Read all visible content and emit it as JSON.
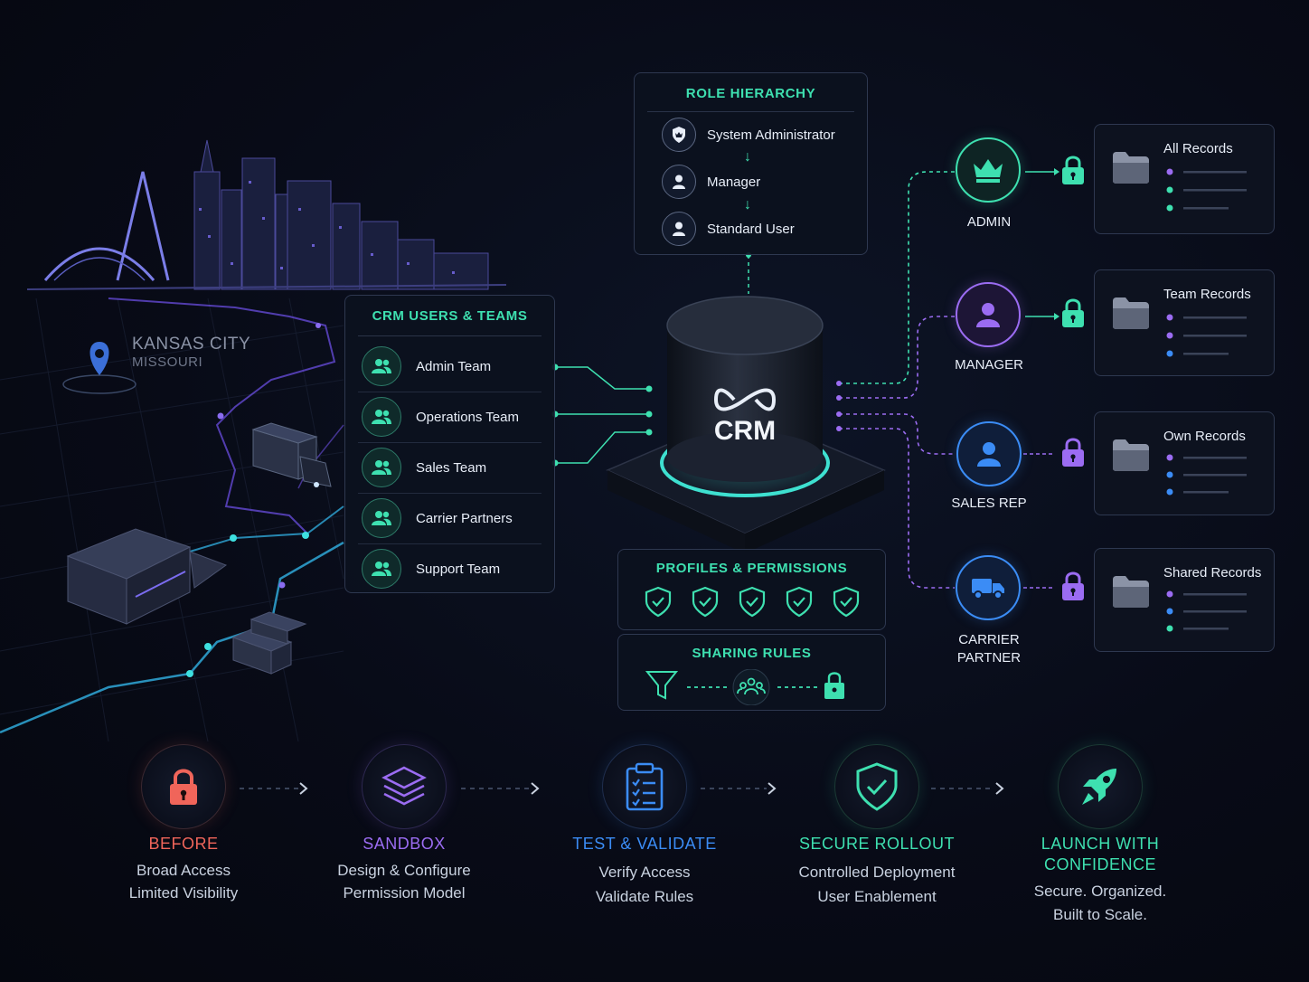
{
  "location": {
    "city": "KANSAS CITY",
    "state": "MISSOURI"
  },
  "role_hierarchy": {
    "title": "ROLE HIERARCHY",
    "roles": [
      "System Administrator",
      "Manager",
      "Standard User"
    ]
  },
  "teams": {
    "title": "CRM USERS & TEAMS",
    "items": [
      "Admin Team",
      "Operations Team",
      "Sales Team",
      "Carrier Partners",
      "Support Team"
    ]
  },
  "crm": {
    "label": "CRM"
  },
  "profiles": {
    "title": "PROFILES & PERMISSIONS",
    "shield_count": 5
  },
  "sharing": {
    "title": "SHARING RULES"
  },
  "access_roles": [
    {
      "name": "ADMIN",
      "icon": "crown-icon",
      "records": "All Records",
      "color": "#3ee0b0"
    },
    {
      "name": "MANAGER",
      "icon": "user-icon",
      "records": "Team Records",
      "color": "#9b6cf2"
    },
    {
      "name": "SALES REP",
      "icon": "user-icon",
      "records": "Own Records",
      "color": "#3b8cf5"
    },
    {
      "name": "CARRIER\nPARTNER",
      "icon": "truck-icon",
      "records": "Shared Records",
      "color": "#3b8cf5"
    }
  ],
  "steps": [
    {
      "title": "BEFORE",
      "desc1": "Broad Access",
      "desc2": "Limited Visibility",
      "color": "#f0655a"
    },
    {
      "title": "SANDBOX",
      "desc1": "Design & Configure",
      "desc2": "Permission Model",
      "color": "#9b6cf2"
    },
    {
      "title": "TEST & VALIDATE",
      "desc1": "Verify Access",
      "desc2": "Validate Rules",
      "color": "#3b8cf5"
    },
    {
      "title": "SECURE ROLLOUT",
      "desc1": "Controlled Deployment",
      "desc2": "User Enablement",
      "color": "#3ee0b0"
    },
    {
      "title": "LAUNCH WITH\nCONFIDENCE",
      "desc1": "Secure. Organized.",
      "desc2": "Built to Scale.",
      "color": "#3ee0b0"
    }
  ]
}
